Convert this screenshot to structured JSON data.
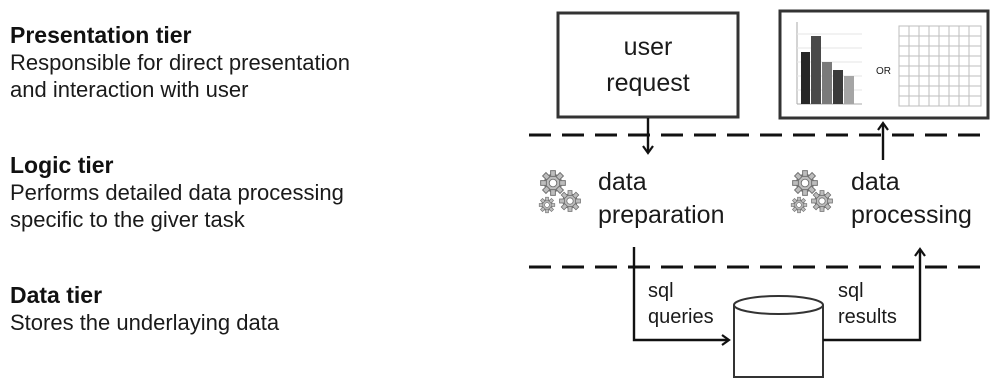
{
  "tiers": {
    "presentation": {
      "title": "Presentation tier",
      "desc_line1": "Responsible for direct presentation",
      "desc_line2": "and interaction with user"
    },
    "logic": {
      "title": "Logic tier",
      "desc_line1": "Performs detailed data processing",
      "desc_line2": "specific to the giver task"
    },
    "data": {
      "title": "Data tier",
      "desc_line1": "Stores the underlaying data"
    }
  },
  "diagram": {
    "user_request_line1": "user",
    "user_request_line2": "request",
    "or_label": "OR",
    "prep_line1": "data",
    "prep_line2": "preparation",
    "proc_line1": "data",
    "proc_line2": "processing",
    "sql_queries_line1": "sql",
    "sql_queries_line2": "queries",
    "sql_results_line1": "sql",
    "sql_results_line2": "results",
    "gear_icon": "gears-icon",
    "database_icon": "database-cylinder-icon",
    "bar_chart_icon": "bar-chart-thumbnail-icon",
    "table_icon": "table-grid-thumbnail-icon"
  }
}
